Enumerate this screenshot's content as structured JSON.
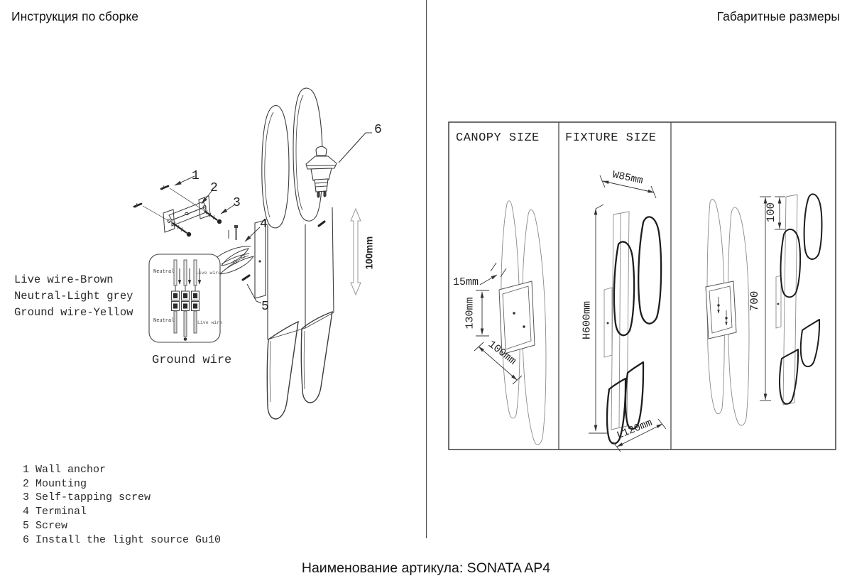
{
  "page": {
    "title_left": "Инструкция по сборке",
    "title_right": "Габаритные размеры",
    "footer": "Наименование артикула: SONATA AP4"
  },
  "assembly": {
    "callouts": [
      "1",
      "2",
      "3",
      "4",
      "5",
      "6"
    ],
    "wire_legend": [
      "Live wire-Brown",
      "Neutral-Light grey",
      "Ground wire-Yellow"
    ],
    "wiring_box": {
      "top_left": "Neutral",
      "top_right": "Live wire",
      "bottom_left": "Neutral",
      "bottom_right": "Live wire",
      "caption": "Ground wire"
    },
    "lamp_dimension": "100mm",
    "parts_list": [
      "1 Wall anchor",
      "2 Mounting",
      "3 Self-tapping screw",
      "4 Terminal",
      "5 Screw",
      "6 Install the light source Gu10"
    ]
  },
  "size_panel": {
    "canopy": {
      "header": "CANOPY SIZE",
      "depth": "15mm",
      "height": "130mm",
      "width": "100mm"
    },
    "fixture": {
      "header": "FIXTURE SIZE",
      "width": "W85mm",
      "height": "H600mm",
      "length": "L120mm"
    },
    "overall": {
      "top_offset": "100",
      "total_height": "700"
    }
  }
}
